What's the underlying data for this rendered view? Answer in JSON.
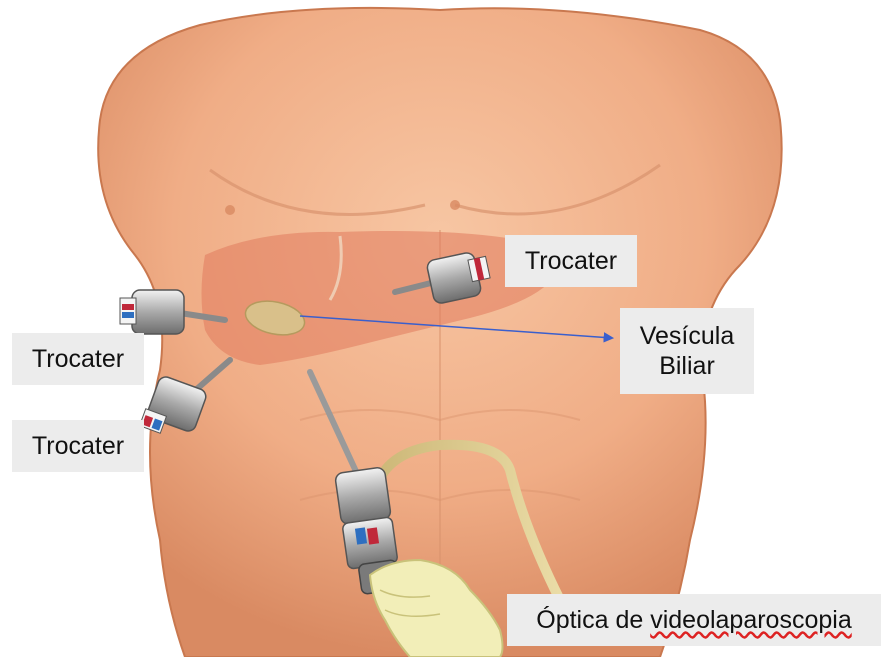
{
  "labels": {
    "trocater_right": "Trocater",
    "trocater_left_upper": "Trocater",
    "trocater_left_lower": "Trocater",
    "vesicula_line1": "Vesícula",
    "vesicula_line2": "Biliar",
    "optica_prefix": "Óptica de ",
    "optica_underlined": "videolaparoscopia"
  },
  "colors": {
    "skin": "#f3b58f",
    "skin_shadow": "#d98a62",
    "liver": "#e07a5c",
    "gallbladder": "#d9c08a",
    "label_bg": "#ececec",
    "arrow": "#3a5fcd",
    "glove": "#f2eeb8",
    "cable": "#e6d59a"
  },
  "icons": [
    "trocar-icon",
    "laparoscope-icon",
    "gloved-hand-icon",
    "arrow-icon"
  ]
}
